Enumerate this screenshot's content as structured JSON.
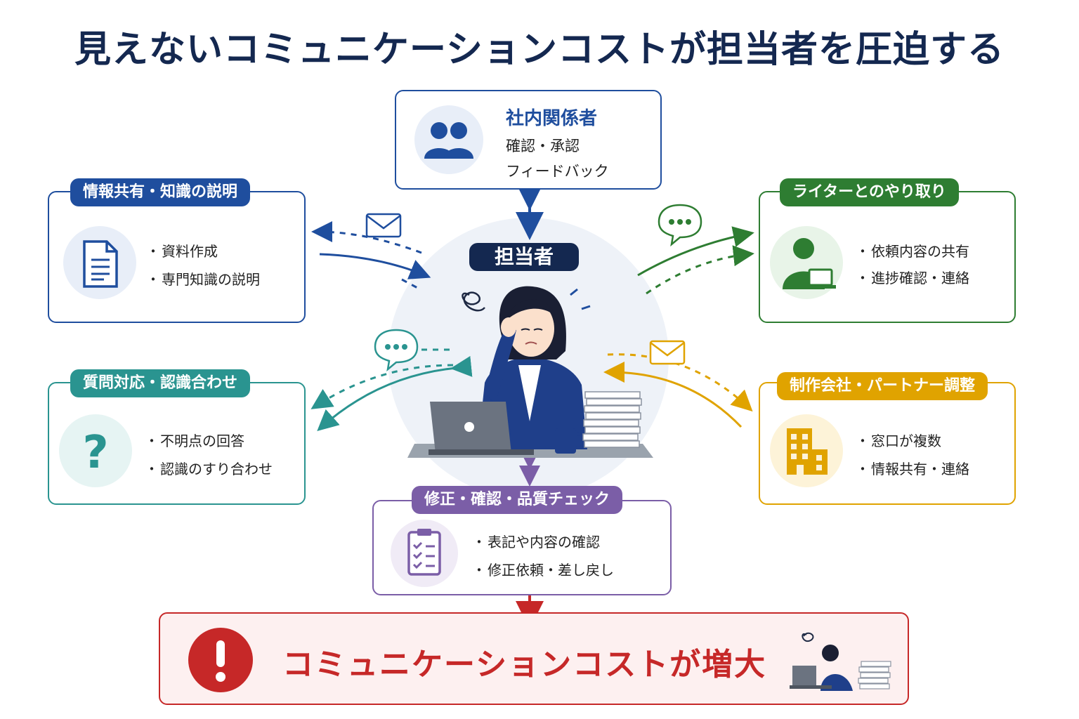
{
  "title": "見えないコミュニケーションコストが担当者を圧迫する",
  "center": {
    "label": "担当者"
  },
  "nodes": {
    "internal": {
      "title": "社内関係者",
      "items": [
        "確認・承認",
        "フィードバック"
      ],
      "color": "#1f4e9e",
      "icon": "people-icon"
    },
    "info": {
      "title": "情報共有・知識の説明",
      "items": [
        "資料作成",
        "専門知識の説明"
      ],
      "color": "#1f4e9e",
      "icon": "document-icon"
    },
    "writer": {
      "title": "ライターとのやり取り",
      "items": [
        "依頼内容の共有",
        "進捗確認・連絡"
      ],
      "color": "#2e7d32",
      "icon": "person-laptop-icon"
    },
    "qa": {
      "title": "質問対応・認識合わせ",
      "items": [
        "不明点の回答",
        "認識のすり合わせ"
      ],
      "color": "#2a9490",
      "icon": "question-icon"
    },
    "partner": {
      "title": "制作会社・パートナー調整",
      "items": [
        "窓口が複数",
        "情報共有・連絡"
      ],
      "color": "#e0a300",
      "icon": "building-icon"
    },
    "check": {
      "title": "修正・確認・品質チェック",
      "items": [
        "表記や内容の確認",
        "修正依頼・差し戻し"
      ],
      "color": "#7b5ea7",
      "icon": "clipboard-icon"
    }
  },
  "result": {
    "text": "コミュニケーションコストが増大",
    "color": "#c62828",
    "icon": "exclamation-icon"
  }
}
